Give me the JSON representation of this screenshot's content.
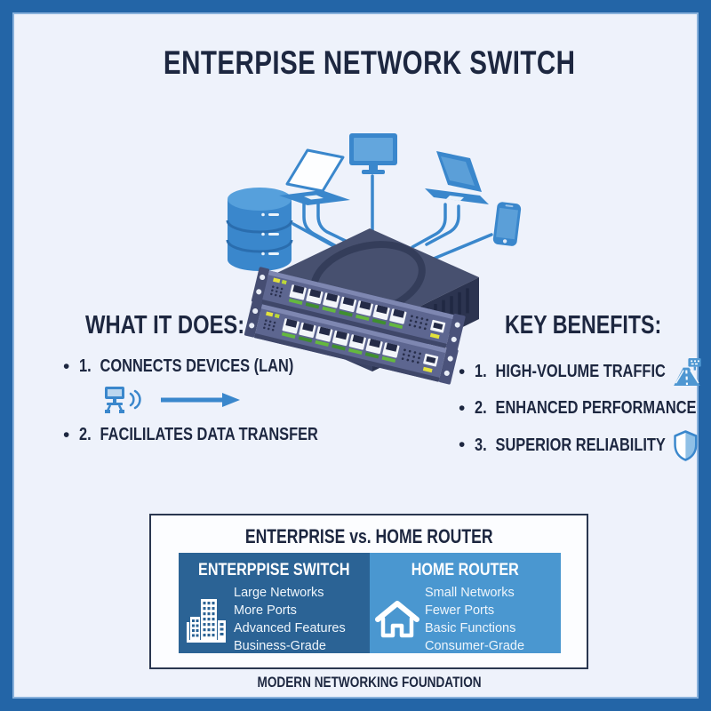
{
  "header": {
    "title": "ENTERPISE NETWORK SWITCH"
  },
  "diagram": {
    "devices": [
      "database",
      "laptop",
      "monitor",
      "laptop",
      "smartphone"
    ],
    "center": "network-switch-stack"
  },
  "what_it_does": {
    "heading": "WHAT IT DOES:",
    "items": [
      {
        "number": "1.",
        "label": "CONNECTS DEVICES (LAN)"
      },
      {
        "number": "2.",
        "label": "FACILILATES DATA TRANSFER"
      }
    ],
    "inline_icons": [
      "workstation-signal-icon",
      "right-arrow-icon"
    ]
  },
  "key_benefits": {
    "heading": "KEY BENEFITS:",
    "items": [
      {
        "number": "1.",
        "label": "HIGH-VOLUME TRAFFIC",
        "icon": "highway-icon"
      },
      {
        "number": "2.",
        "label": "ENHANCED PERFORMANCE",
        "icon": ""
      },
      {
        "number": "3.",
        "label": "SUPERIOR RELIABILITY",
        "icon": "shield-icon"
      }
    ]
  },
  "comparison": {
    "title": "ENTERPRISE vs. HOME ROUTER",
    "columns": [
      {
        "header": "ENTERPPISE SWITCH",
        "icon": "office-building-icon",
        "color": "#2b6395",
        "items": [
          "Large Networks",
          "More Ports",
          "Advanced Features",
          "Business-Grade"
        ]
      },
      {
        "header": "HOME ROUTER",
        "icon": "house-icon",
        "color": "#4a97d0",
        "items": [
          "Small Networks",
          "Fewer Ports",
          "Basic Functions",
          "Consumer-Grade"
        ]
      }
    ]
  },
  "footer": {
    "text": "MODERN NETWORKING FOUNDATION"
  },
  "colors": {
    "accent": "#3a87cc",
    "frame": "#2365a7",
    "background": "#eef2fb",
    "ink": "#1d2740",
    "switch_top": "#47506f",
    "switch_side": "#2c3450",
    "port_green": "#64b83e",
    "led_yellow": "#e3e23c"
  }
}
